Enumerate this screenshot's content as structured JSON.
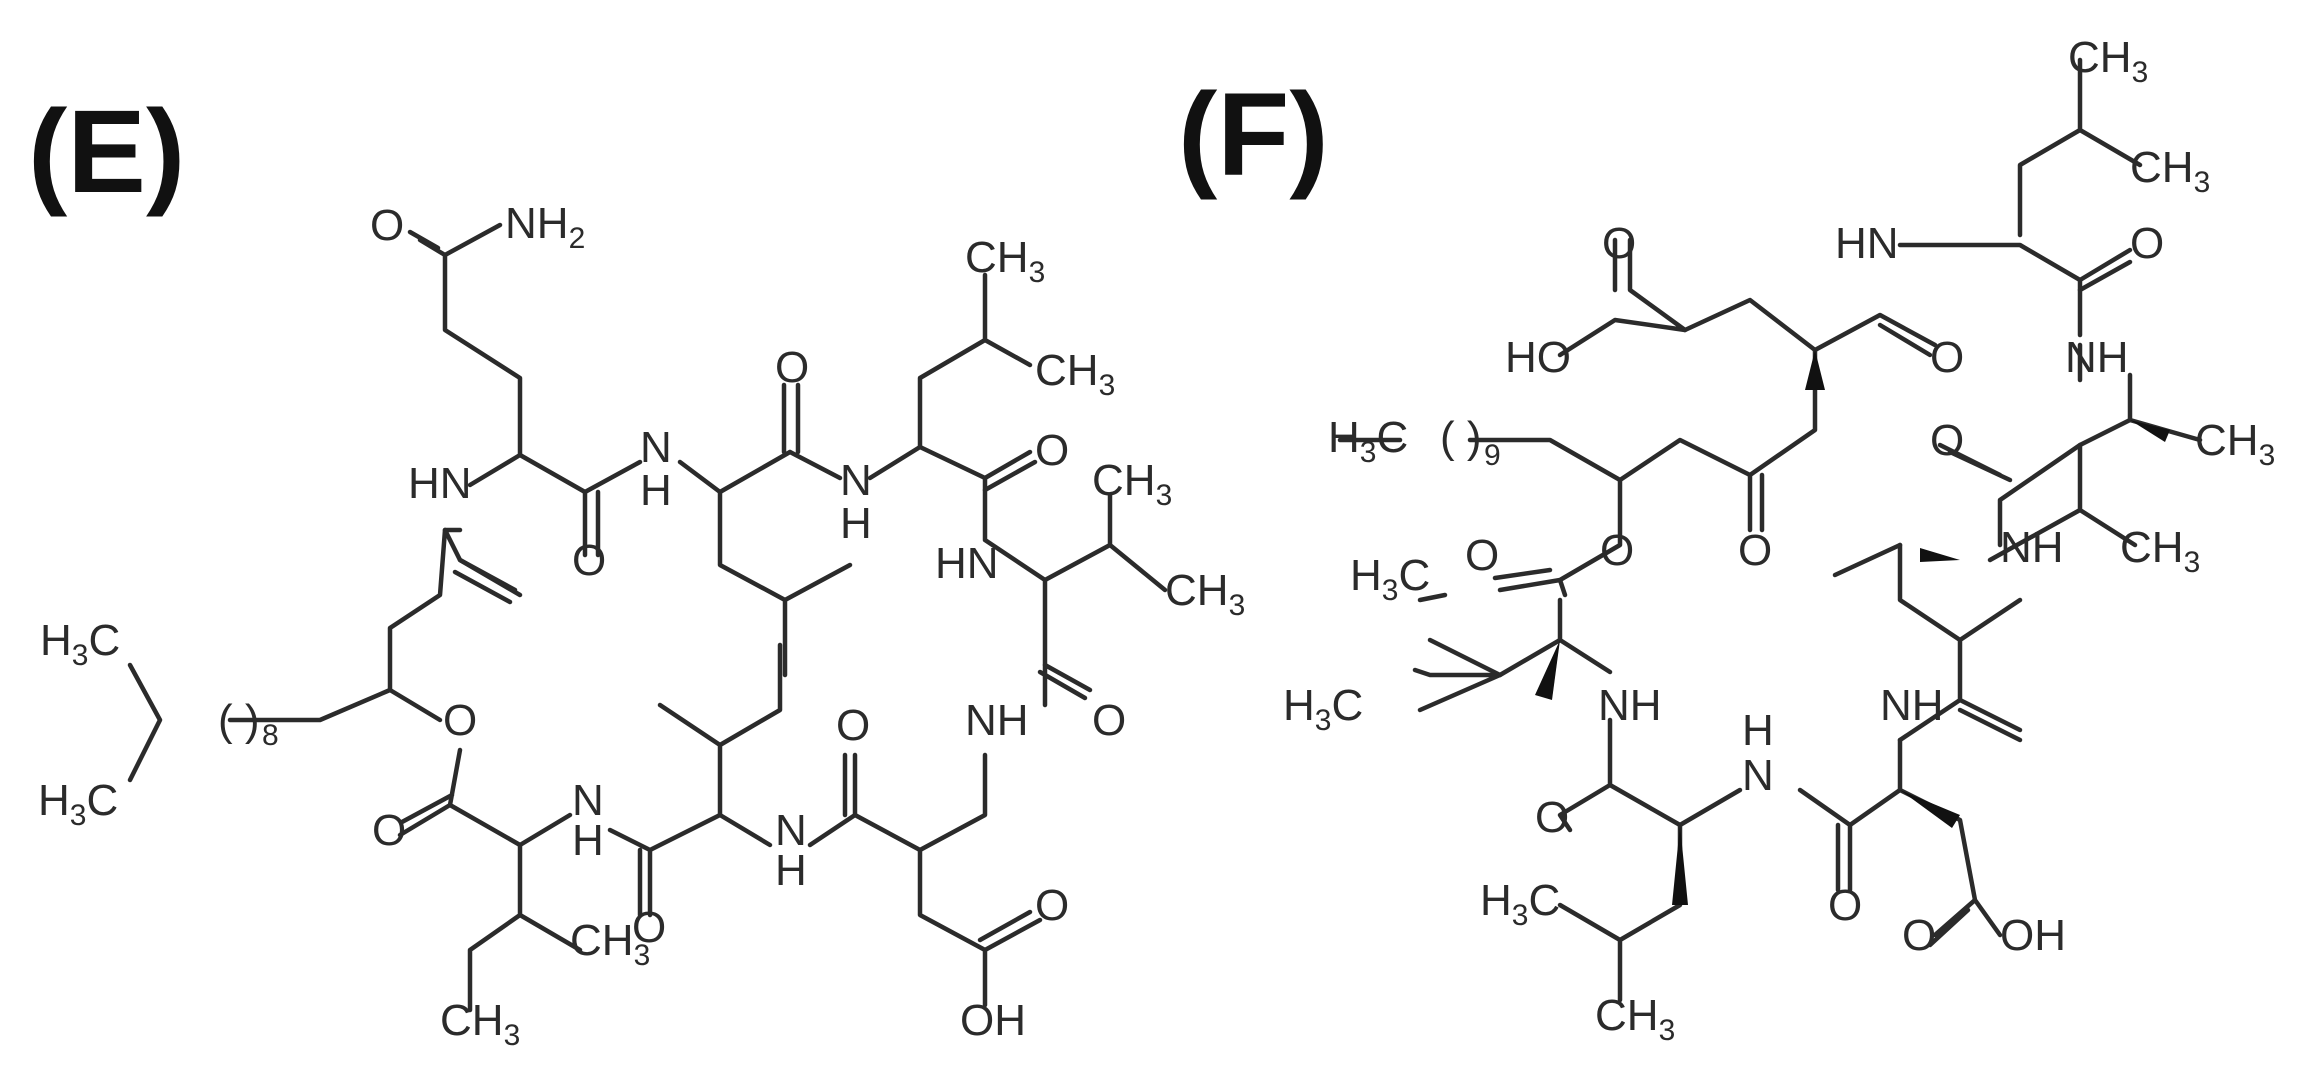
{
  "panels": [
    {
      "label": "(E)",
      "atoms": {
        "o_amide": "O",
        "nh2": "NH",
        "nh2_sub": "2",
        "hn_1": "HN",
        "nh_2": "N",
        "nh_2h": "H",
        "nh_3": "N",
        "nh_3h": "H",
        "o_1": "O",
        "o_2": "O",
        "o_3": "O",
        "ch3_a": "CH",
        "ch3_a_sub": "3",
        "ch3_b": "CH",
        "ch3_b_sub": "3",
        "hn_4": "HN",
        "ch3_c": "CH",
        "ch3_c_sub": "3",
        "ch3_d": "CH",
        "ch3_d_sub": "3",
        "h3c_1": "H",
        "h3c_1_sub": "3",
        "h3c_1_c": "C",
        "ch2_8": "8",
        "h3c_2": "H",
        "h3c_2_sub": "3",
        "h3c_2_c": "C",
        "o_ester": "O",
        "o_ester_co": "O",
        "nh_5": "N",
        "nh_5h": "H",
        "o_4": "O",
        "nh_6": "N",
        "nh_6h": "H",
        "o_5": "O",
        "nh_7": "NH",
        "o_6": "O",
        "o_acid": "O",
        "oh_acid": "OH",
        "ch3_e": "CH",
        "ch3_e_sub": "3",
        "ch3_f": "CH",
        "ch3_f_sub": "3"
      }
    },
    {
      "label": "(F)",
      "atoms": {
        "ch3_top": "CH",
        "ch3_top_sub": "3",
        "ch3_top2": "CH",
        "ch3_top2_sub": "3",
        "o_acid_top": "O",
        "ho_top": "HO",
        "hn_top": "HN",
        "o_top1": "O",
        "o_top2": "O",
        "nh_r1": "NH",
        "h3c_9": "H",
        "h3c_9_sub": "3",
        "h3c_9_c": "C",
        "ch2_9": "9",
        "o_ket": "O",
        "o_r2": "O",
        "ch3_r2": "CH",
        "ch3_r2_sub": "3",
        "ch3_r3": "CH",
        "ch3_r3_sub": "3",
        "o_ester": "O",
        "o_ester_co": "O",
        "nh_r2": "NH",
        "h3c_a": "H",
        "h3c_a_sub": "3",
        "h3c_a_c": "C",
        "h3c_b": "H",
        "h3c_b_sub": "3",
        "h3c_b_c": "C",
        "nh_l1": "NH",
        "nh_b1": "N",
        "nh_b1h": "H",
        "nh_b2": "NH",
        "o_b1": "O",
        "o_b2": "O",
        "o_b3": "O",
        "oh_b": "OH",
        "h3c_c": "H",
        "h3c_c_sub": "3",
        "h3c_c_c": "C",
        "ch3_bottom": "CH",
        "ch3_bottom_sub": "3"
      }
    }
  ]
}
